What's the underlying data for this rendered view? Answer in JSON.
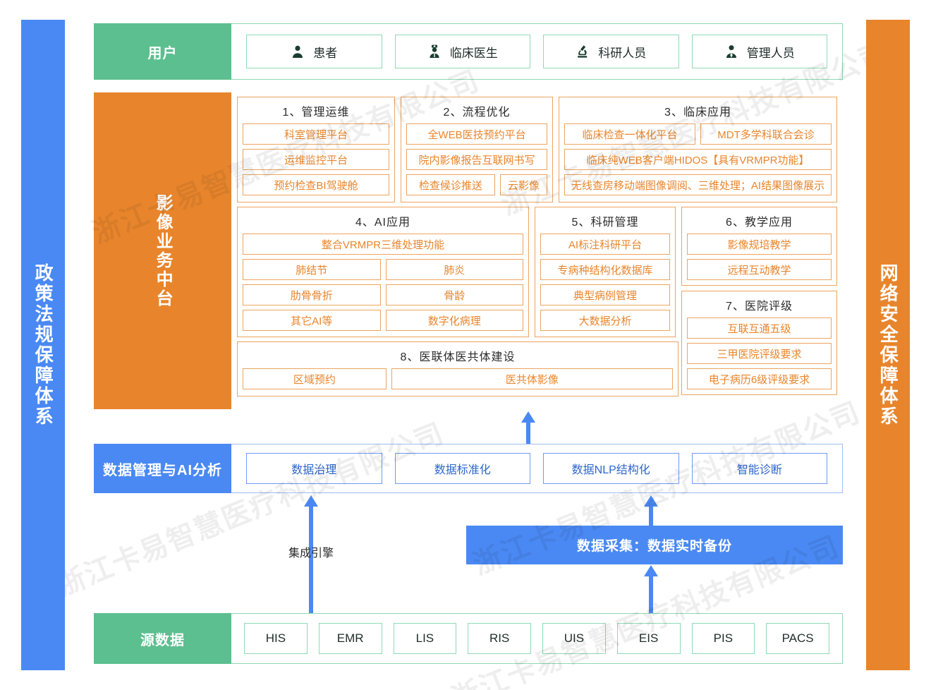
{
  "pillars": {
    "left": {
      "label": "政策法规保障体系",
      "color": "#4a89f3"
    },
    "right": {
      "label": "网络安全保障体系",
      "color": "#e8852c"
    }
  },
  "watermark": {
    "text": "浙江卡易智慧医疗科技有限公司"
  },
  "users_band": {
    "label": "用户",
    "color": "#5cbf8f",
    "items": [
      {
        "label": "患者",
        "icon": "person-icon"
      },
      {
        "label": "临床医生",
        "icon": "doctor-icon"
      },
      {
        "label": "科研人员",
        "icon": "microscope-icon"
      },
      {
        "label": "管理人员",
        "icon": "manager-icon"
      }
    ]
  },
  "platform": {
    "label": "影像业务中台",
    "color": "#e8852c",
    "groups": [
      {
        "title": "1、管理运维",
        "rows": [
          [
            "科室管理平台"
          ],
          [
            "运维监控平台"
          ],
          [
            "预约检查BI驾驶舱"
          ]
        ]
      },
      {
        "title": "2、流程优化",
        "rows": [
          [
            "全WEB医技预约平台"
          ],
          [
            "院内影像报告互联网书写"
          ],
          [
            "检查候诊推送",
            "云影像"
          ]
        ]
      },
      {
        "title": "3、临床应用",
        "rows": [
          [
            "临床检查一体化平台",
            "MDT多学科联合会诊"
          ],
          [
            "临床纯WEB客户端HIDOS【具有VRMPR功能】"
          ],
          [
            "无线查房移动端图像调阅、三维处理；AI结果图像展示"
          ]
        ]
      },
      {
        "title": "4、AI应用",
        "rows": [
          [
            "整合VRMPR三维处理功能"
          ],
          [
            "肺结节",
            "肺炎"
          ],
          [
            "肋骨骨折",
            "骨龄"
          ],
          [
            "其它AI等",
            "数字化病理"
          ]
        ]
      },
      {
        "title": "5、科研管理",
        "rows": [
          [
            "AI标注科研平台"
          ],
          [
            "专病种结构化数据库"
          ],
          [
            "典型病例管理"
          ],
          [
            "大数据分析"
          ]
        ]
      },
      {
        "title": "6、教学应用",
        "rows": [
          [
            "影像规培教学"
          ],
          [
            "远程互动教学"
          ]
        ]
      },
      {
        "title": "7、医院评级",
        "rows": [
          [
            "互联互通五级"
          ],
          [
            "三甲医院评级要求"
          ],
          [
            "电子病历6级评级要求"
          ]
        ]
      },
      {
        "title": "8、医联体医共体建设",
        "rows": [
          [
            "区域预约",
            "医共体影像"
          ]
        ]
      }
    ]
  },
  "data_band": {
    "label": "数据管理与AI分析",
    "color": "#4a89f3",
    "items": [
      "数据治理",
      "数据标准化",
      "数据NLP结构化",
      "智能诊断"
    ]
  },
  "collection": {
    "label": "数据采集：数据实时备份",
    "color": "#4a89f3"
  },
  "engine": {
    "label": "集成引擎"
  },
  "source_band": {
    "label": "源数据",
    "color": "#5cbf8f",
    "items": [
      "HIS",
      "EMR",
      "LIS",
      "RIS",
      "UIS",
      "EIS",
      "PIS",
      "PACS"
    ]
  }
}
